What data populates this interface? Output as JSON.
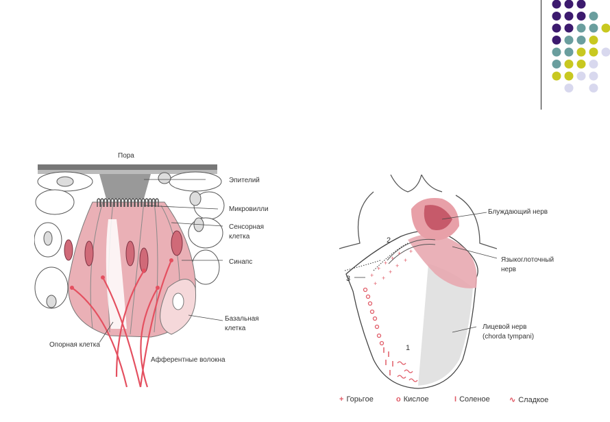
{
  "colors": {
    "purple": "#3c1a6e",
    "teal": "#6a9e9e",
    "yellow": "#c8c820",
    "lavender": "#d8d8ee",
    "pink": "#e8a0a8",
    "red": "#e45060",
    "grey": "#d8d8d8"
  },
  "left_diagram": {
    "pore": "Пора",
    "epithelium": "Эпителий",
    "microvilli": "Микровилли",
    "sensory_cell_1": "Сенсорная",
    "sensory_cell_2": "клетка",
    "synapse": "Синапс",
    "basal_cell_1": "Базальная",
    "basal_cell_2": "клетка",
    "support_cell": "Опорная клетка",
    "afferent_fibers": "Афферентные волокна"
  },
  "right_diagram": {
    "vagus": "Блуждающий нерв",
    "glossopharyngeal_1": "Языкоглоточный",
    "glossopharyngeal_2": "нерв",
    "facial_1": "Лицевой нерв",
    "facial_2": "(chorda tympani)",
    "num1": "1",
    "num2": "2",
    "num3": "3"
  },
  "legend": {
    "bitter_sym": "+",
    "bitter": "Горьᴦое",
    "sour_sym": "o",
    "sour": "Кислое",
    "salty_sym": "I",
    "salty": "Соленое",
    "sweet_sym": "∿",
    "sweet": "Сладкое"
  }
}
